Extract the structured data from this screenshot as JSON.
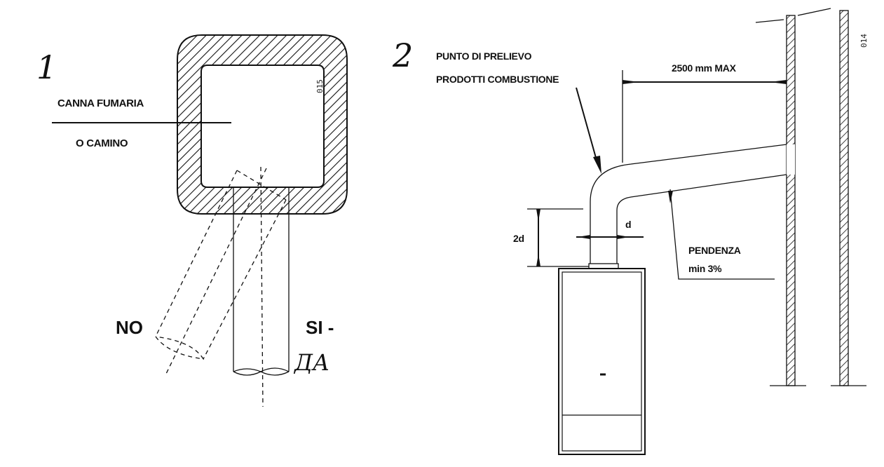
{
  "figure1": {
    "number": "1",
    "label_chimney_line1": "CANNA FUMARIA",
    "label_chimney_line2": "O CAMINO",
    "label_no": "NO",
    "label_si": "SI -",
    "label_da": "ДА",
    "code": "015"
  },
  "figure2": {
    "number": "2",
    "label_sampling_line1": "PUNTO DI PRELIEVO",
    "label_sampling_line2": "PRODOTTI COMBUSTIONE",
    "label_distance": "2500 mm MAX",
    "label_2d": "2d",
    "label_d": "d",
    "label_slope_line1": "PENDENZA",
    "label_slope_line2": "min 3%",
    "code": "014"
  }
}
